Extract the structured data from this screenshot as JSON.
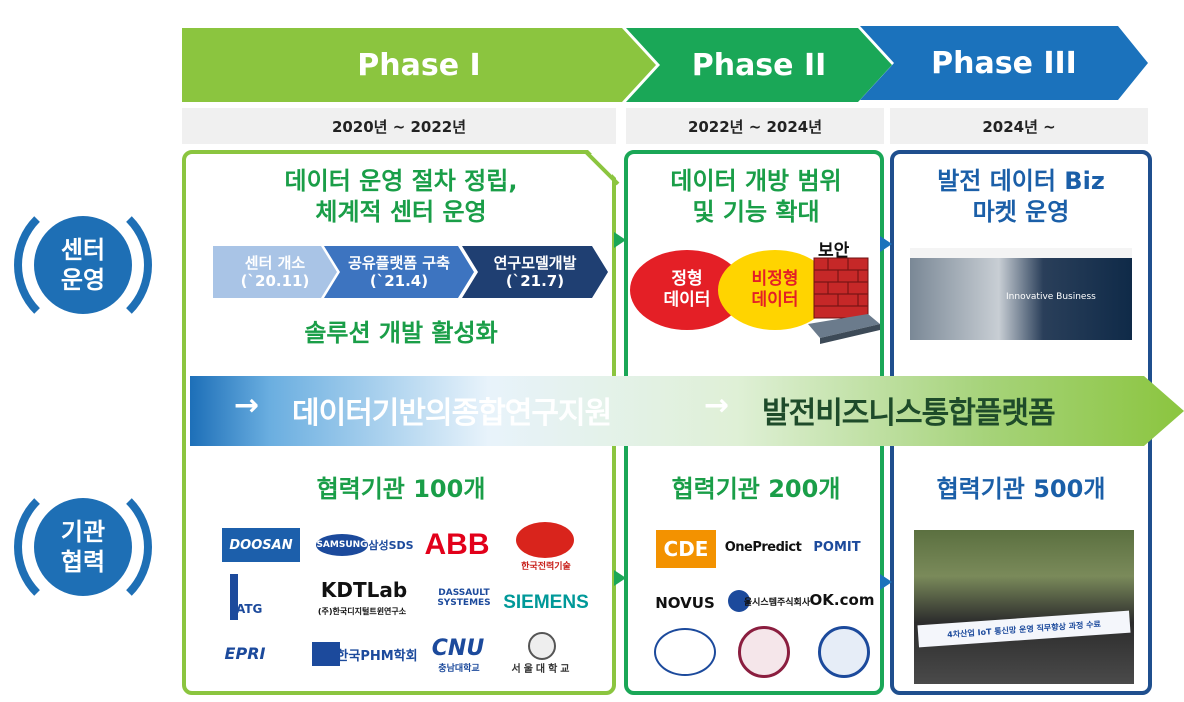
{
  "phases": [
    {
      "label": "Phase I",
      "period": "2020년 ~ 2022년"
    },
    {
      "label": "Phase II",
      "period": "2022년 ~ 2024년"
    },
    {
      "label": "Phase III",
      "period": "2024년 ~"
    }
  ],
  "side": {
    "center_op_line1": "센터",
    "center_op_line2": "운영",
    "inst_line1": "기관",
    "inst_line2": "협력"
  },
  "phase1": {
    "title_line1": "데이터 운영 절차 정립,",
    "title_line2": "체계적 센터 운영",
    "steps": [
      {
        "line1": "센터 개소",
        "line2": "(`20.11)"
      },
      {
        "line1": "공유플랫폼 구축",
        "line2": "(`21.4)"
      },
      {
        "line1": "연구모델개발",
        "line2": "(`21.7)"
      }
    ],
    "subtitle": "솔루션 개발 활성화",
    "partners": "협력기관 100개",
    "logos": [
      "DOOSAN",
      "SAMSUNG",
      "삼성SDS",
      "ABB",
      "한국전력기술",
      "ATG",
      "KDTLab",
      "(주)한국디지털트윈연구소",
      "DASSAULT SYSTEMES",
      "SIEMENS",
      "EPRI",
      "한국PHM학회",
      "CNU",
      "충남대학교",
      "서울대학교"
    ]
  },
  "phase2": {
    "title_line1": "데이터 개방 범위",
    "title_line2": "및 기능 확대",
    "security": "보안",
    "structured_line1": "정형",
    "structured_line2": "데이터",
    "unstructured_line1": "비정형",
    "unstructured_line2": "데이터",
    "partners": "협력기관 200개",
    "logos": [
      "CDE",
      "OnePredict",
      "POMIT",
      "NOVUS",
      "울시스템주식회사",
      "OK.com"
    ]
  },
  "phase3": {
    "title_line1": "발전 데이터 Biz",
    "title_line2": "마켓 운영",
    "partners": "협력기관 500개",
    "screen_text": "Innovative Business",
    "banner_text": "4차산업 IoT 통신망 운영 직무향상 과정 수료"
  },
  "band": {
    "left": "데이터기반의종합연구지원",
    "right": "발전비즈니스통합플랫폼",
    "arrow": "→"
  },
  "colors": {
    "phase1": "#8bc53f",
    "phase2": "#1aa757",
    "phase3": "#1b72bc",
    "side": "#1e6fb5"
  }
}
